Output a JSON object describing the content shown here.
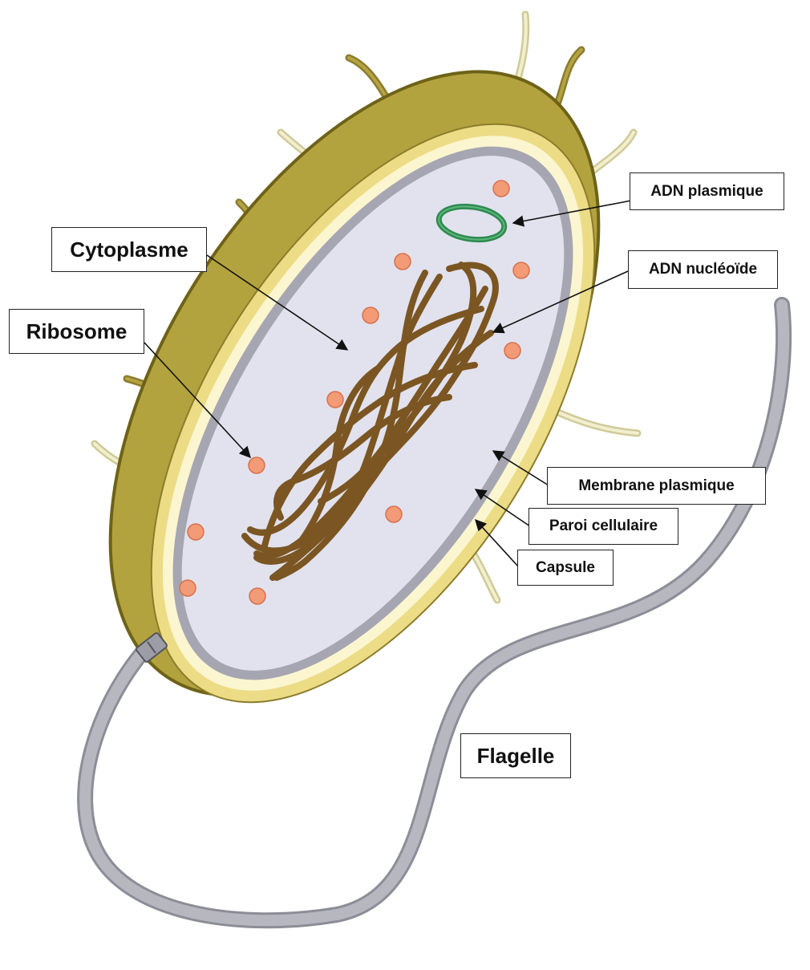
{
  "labels": {
    "cytoplasme": "Cytoplasme",
    "ribosome": "Ribosome",
    "adn_plasmique": "ADN plasmique",
    "adn_nucleoide": "ADN nucléoïde",
    "membrane_plasmique": "Membrane plasmique",
    "paroi_cellulaire": "Paroi cellulaire",
    "capsule": "Capsule",
    "flagelle": "Flagelle"
  },
  "colors": {
    "capsule": "#b3a33e",
    "capsule_edge": "#7a6c1c",
    "cell_wall": "#ecdc86",
    "wall_inner": "#fbf6cf",
    "membrane": "#a6a6b2",
    "cytoplasm": "#e2e2ee",
    "nucleoid": "#7b5622",
    "plasmid": "#2e8b50",
    "ribosome": "#f09873",
    "pili_dark": "#9a8b35",
    "pili_light": "#e7e3b6",
    "flagellum": "#b0b0b8"
  }
}
